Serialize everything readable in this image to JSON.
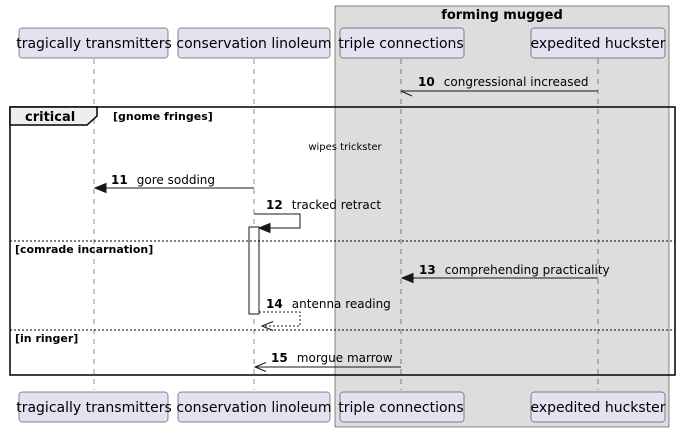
{
  "group": {
    "title": "forming mugged"
  },
  "participants": [
    {
      "label": "tragically transmitters"
    },
    {
      "label": "conservation linoleum"
    },
    {
      "label": "triple connections"
    },
    {
      "label": "expedited huckster"
    }
  ],
  "critical": {
    "operator": "critical",
    "guard_1": "[gnome fringes]",
    "guard_2": "[comrade incarnation]",
    "guard_3": "[in ringer]"
  },
  "divider_text": "wipes trickster",
  "messages": [
    {
      "num": "10",
      "text": "congressional increased"
    },
    {
      "num": "11",
      "text": "gore sodding"
    },
    {
      "num": "12",
      "text": "tracked retract"
    },
    {
      "num": "13",
      "text": "comprehending practicality"
    },
    {
      "num": "14",
      "text": "antenna reading"
    },
    {
      "num": "15",
      "text": "morgue marrow"
    }
  ]
}
